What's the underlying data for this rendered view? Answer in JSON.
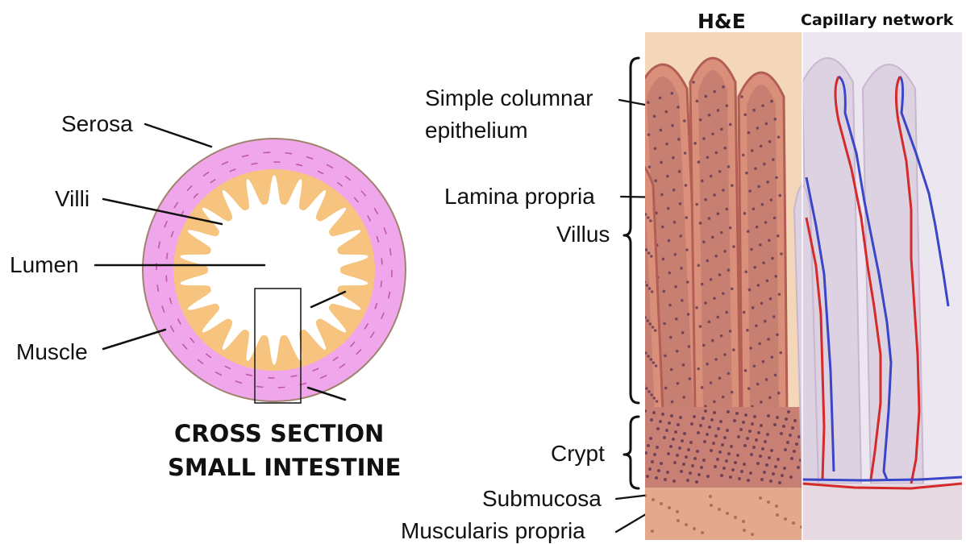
{
  "cross_section": {
    "labels": {
      "serosa": "Serosa",
      "villi": "Villi",
      "lumen": "Lumen",
      "muscle": "Muscle"
    },
    "title_line1": "CROSS SECTION",
    "title_line2": "SMALL INTESTINE",
    "colors": {
      "serosa_muscle_ring": "#f0a6ea",
      "mucosa": "#f6c47e",
      "lumen": "#ffffff",
      "outline": "#a0826d",
      "dash": "#c05aa0"
    }
  },
  "histology": {
    "panel_he_title": "H&E",
    "panel_capillary_title": "Capillary network",
    "labels": {
      "epithelium_line1": "Simple columnar",
      "epithelium_line2": "epithelium",
      "lamina_propria": "Lamina propria",
      "villus": "Villus",
      "crypt": "Crypt",
      "submucosa": "Submucosa",
      "muscularis": "Muscularis propria"
    },
    "colors": {
      "he_background": "#f4d7b8",
      "he_tissue": "#d98f79",
      "he_nuclei": "#5a3350",
      "capillary_background": "#ece6f0",
      "arteriole": "#d42a2a",
      "venule": "#3b45c8"
    }
  }
}
